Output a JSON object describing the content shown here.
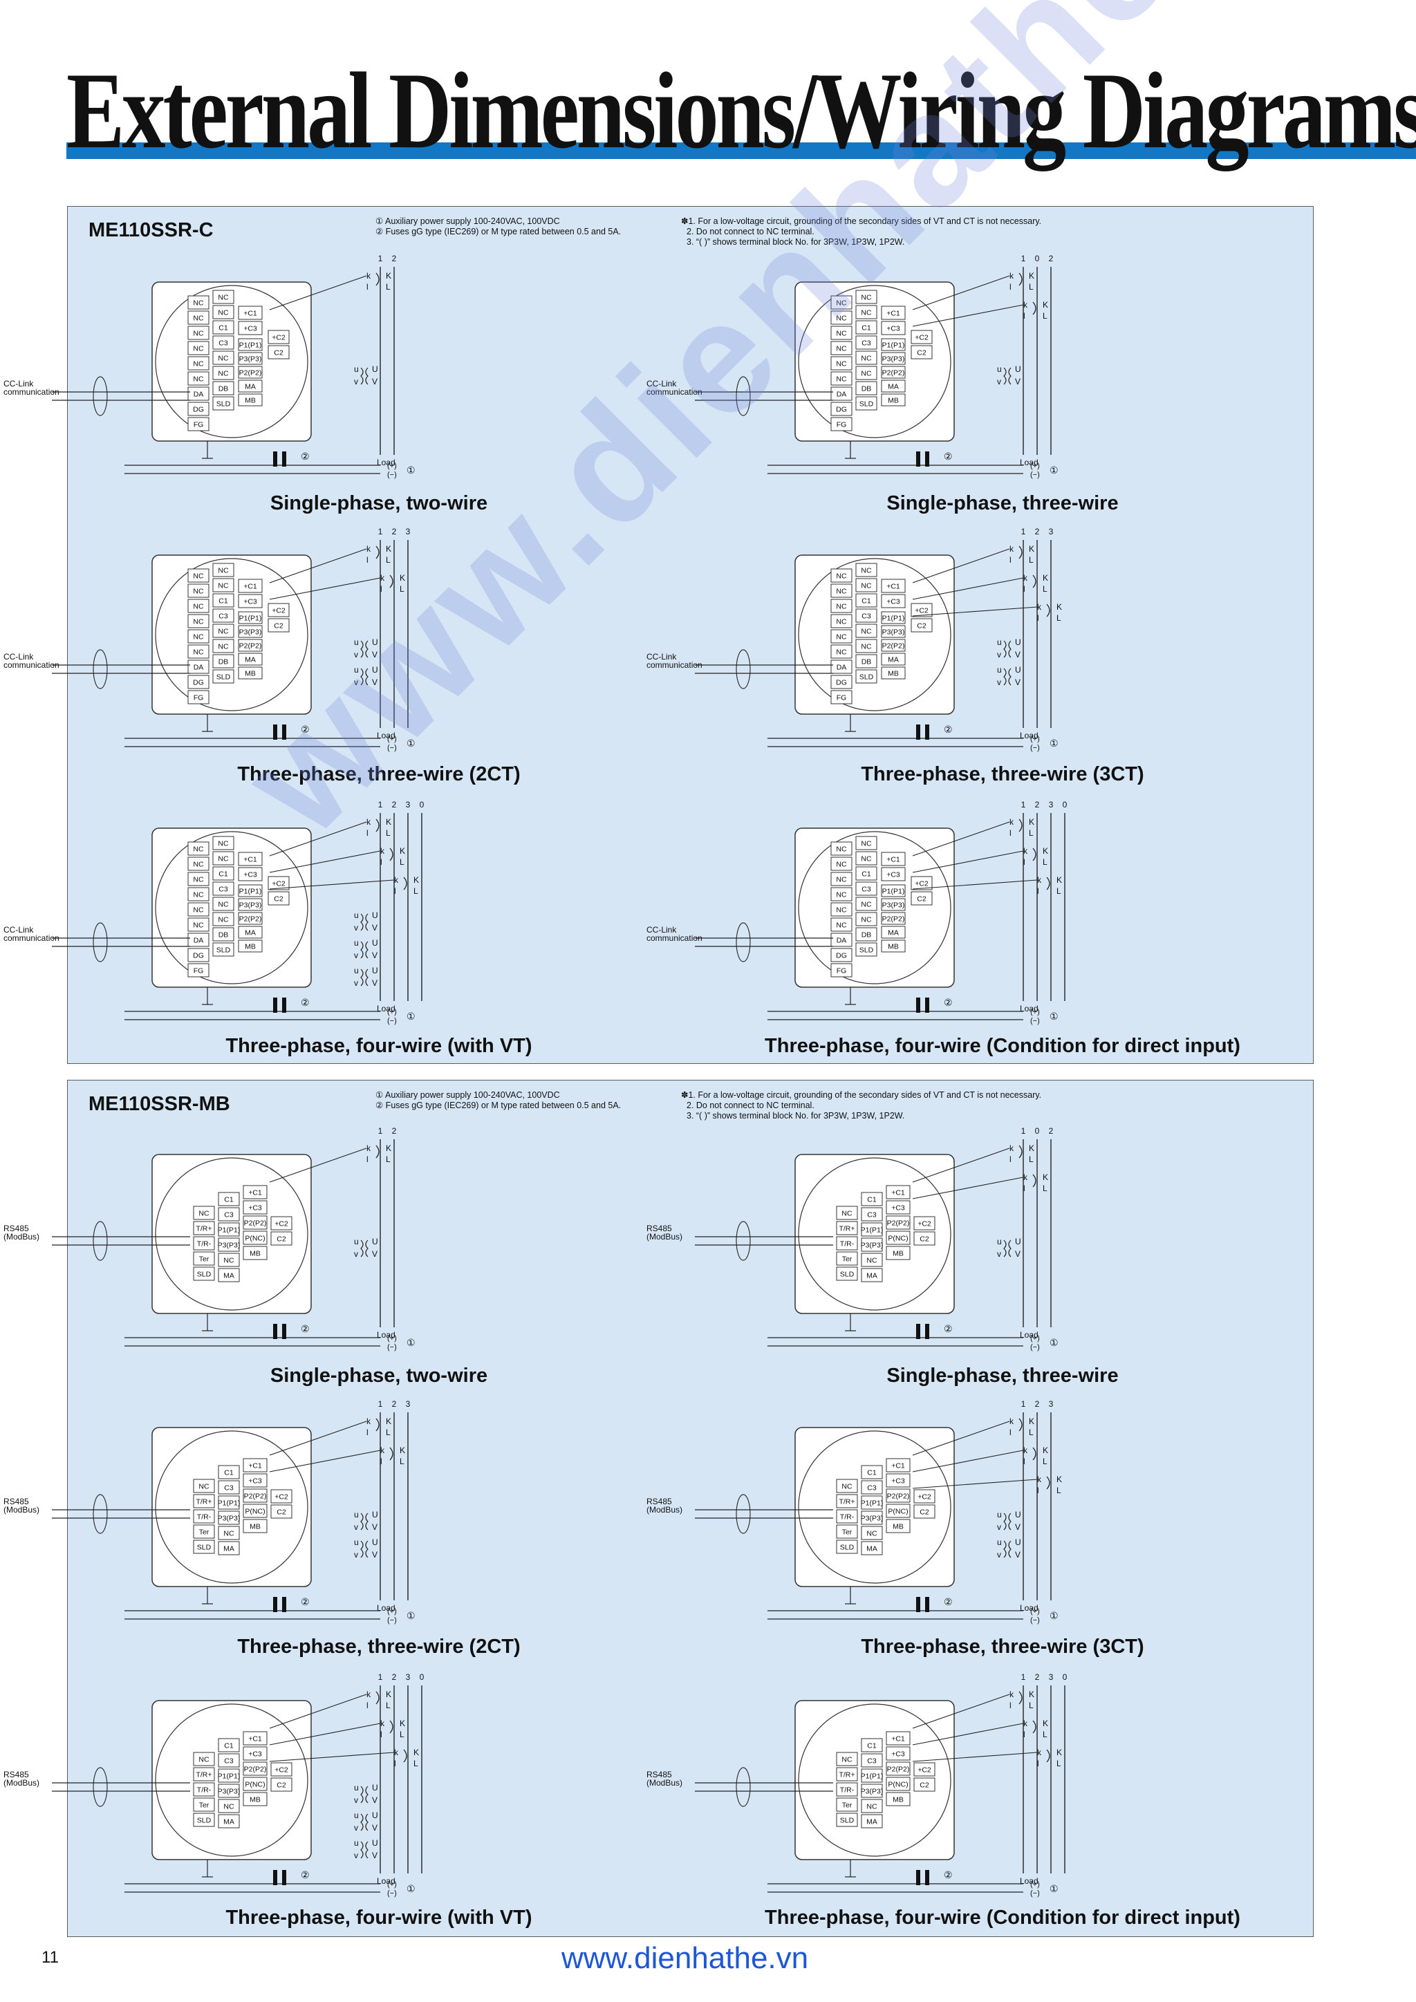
{
  "page": {
    "title": "External Dimensions/Wiring Diagrams",
    "page_number": "11",
    "watermark": "www.dienhathe.vn",
    "footer_url": "www.dienhathe.vn"
  },
  "colors": {
    "title_bar": "#1277c4",
    "panel_bg": "#d6e6f5",
    "watermark": "#6e82dc",
    "footer_url": "#1d56d6"
  },
  "notes": {
    "left": [
      "① Auxiliary power supply 100-240VAC, 100VDC",
      "② Fuses gG type (IEC269) or M type rated between 0.5 and 5A."
    ],
    "right": [
      "✽1. For a low-voltage circuit, grounding of the secondary sides of VT and CT is not necessary.",
      "2. Do not connect to NC terminal.",
      "3. “(   )” shows terminal block No. for 3P3W, 1P3W, 1P2W."
    ]
  },
  "panels": [
    {
      "title": "ME110SSR-C",
      "comm_label": [
        "CC-Link",
        "communication"
      ],
      "terminals_left": [
        "NC",
        "NC",
        "NC",
        "NC",
        "NC",
        "NC",
        "DA",
        "DG",
        "FG"
      ],
      "terminals_mid": [
        "NC",
        "NC",
        "C1",
        "C3",
        "NC",
        "NC",
        "DB",
        "SLD"
      ],
      "terminals_right": [
        "+C1",
        "+C3",
        "P1(P1)",
        "P3(P3)",
        "P2(P2)",
        "MA",
        "MB"
      ],
      "terminals_far": [
        "+C2",
        "C2"
      ],
      "captions": [
        "Single-phase, two-wire",
        "Single-phase, three-wire",
        "Three-phase, three-wire (2CT)",
        "Three-phase, three-wire (3CT)",
        "Three-phase, four-wire (with VT)",
        "Three-phase, four-wire (Condition for direct input)"
      ]
    },
    {
      "title": "ME110SSR-MB",
      "comm_label": [
        "RS485",
        "(ModBus)"
      ],
      "terminals_left": [
        "NC",
        "T/R+",
        "T/R-",
        "Ter",
        "SLD"
      ],
      "terminals_mid": [
        "C1",
        "C3",
        "P1(P1)",
        "P3(P3)",
        "NC",
        "MA"
      ],
      "terminals_right": [
        "+C1",
        "+C3",
        "P2(P2)",
        "P(NC)",
        "MB"
      ],
      "terminals_far": [
        "+C2",
        "C2"
      ],
      "captions": [
        "Single-phase, two-wire",
        "Single-phase, three-wire",
        "Three-phase, three-wire (2CT)",
        "Three-phase, three-wire (3CT)",
        "Three-phase, four-wire (with VT)",
        "Three-phase, four-wire (Condition for direct input)"
      ]
    }
  ],
  "wiring_labels": {
    "load": "Load",
    "plus": "(+)",
    "minus": "(−)",
    "aux": "①",
    "fuse": "②",
    "ct_primary": [
      "k",
      "l"
    ],
    "ct_secondary": [
      "K",
      "L"
    ],
    "vt_secondary": [
      "u",
      "v"
    ],
    "vt_primary": [
      "U",
      "V"
    ],
    "phases": {
      "single_two_wire": [
        "1",
        "2"
      ],
      "single_three_wire": [
        "1",
        "0",
        "2"
      ],
      "three_wire": [
        "1",
        "2",
        "3"
      ],
      "four_wire": [
        "1",
        "2",
        "3",
        "0"
      ]
    }
  }
}
